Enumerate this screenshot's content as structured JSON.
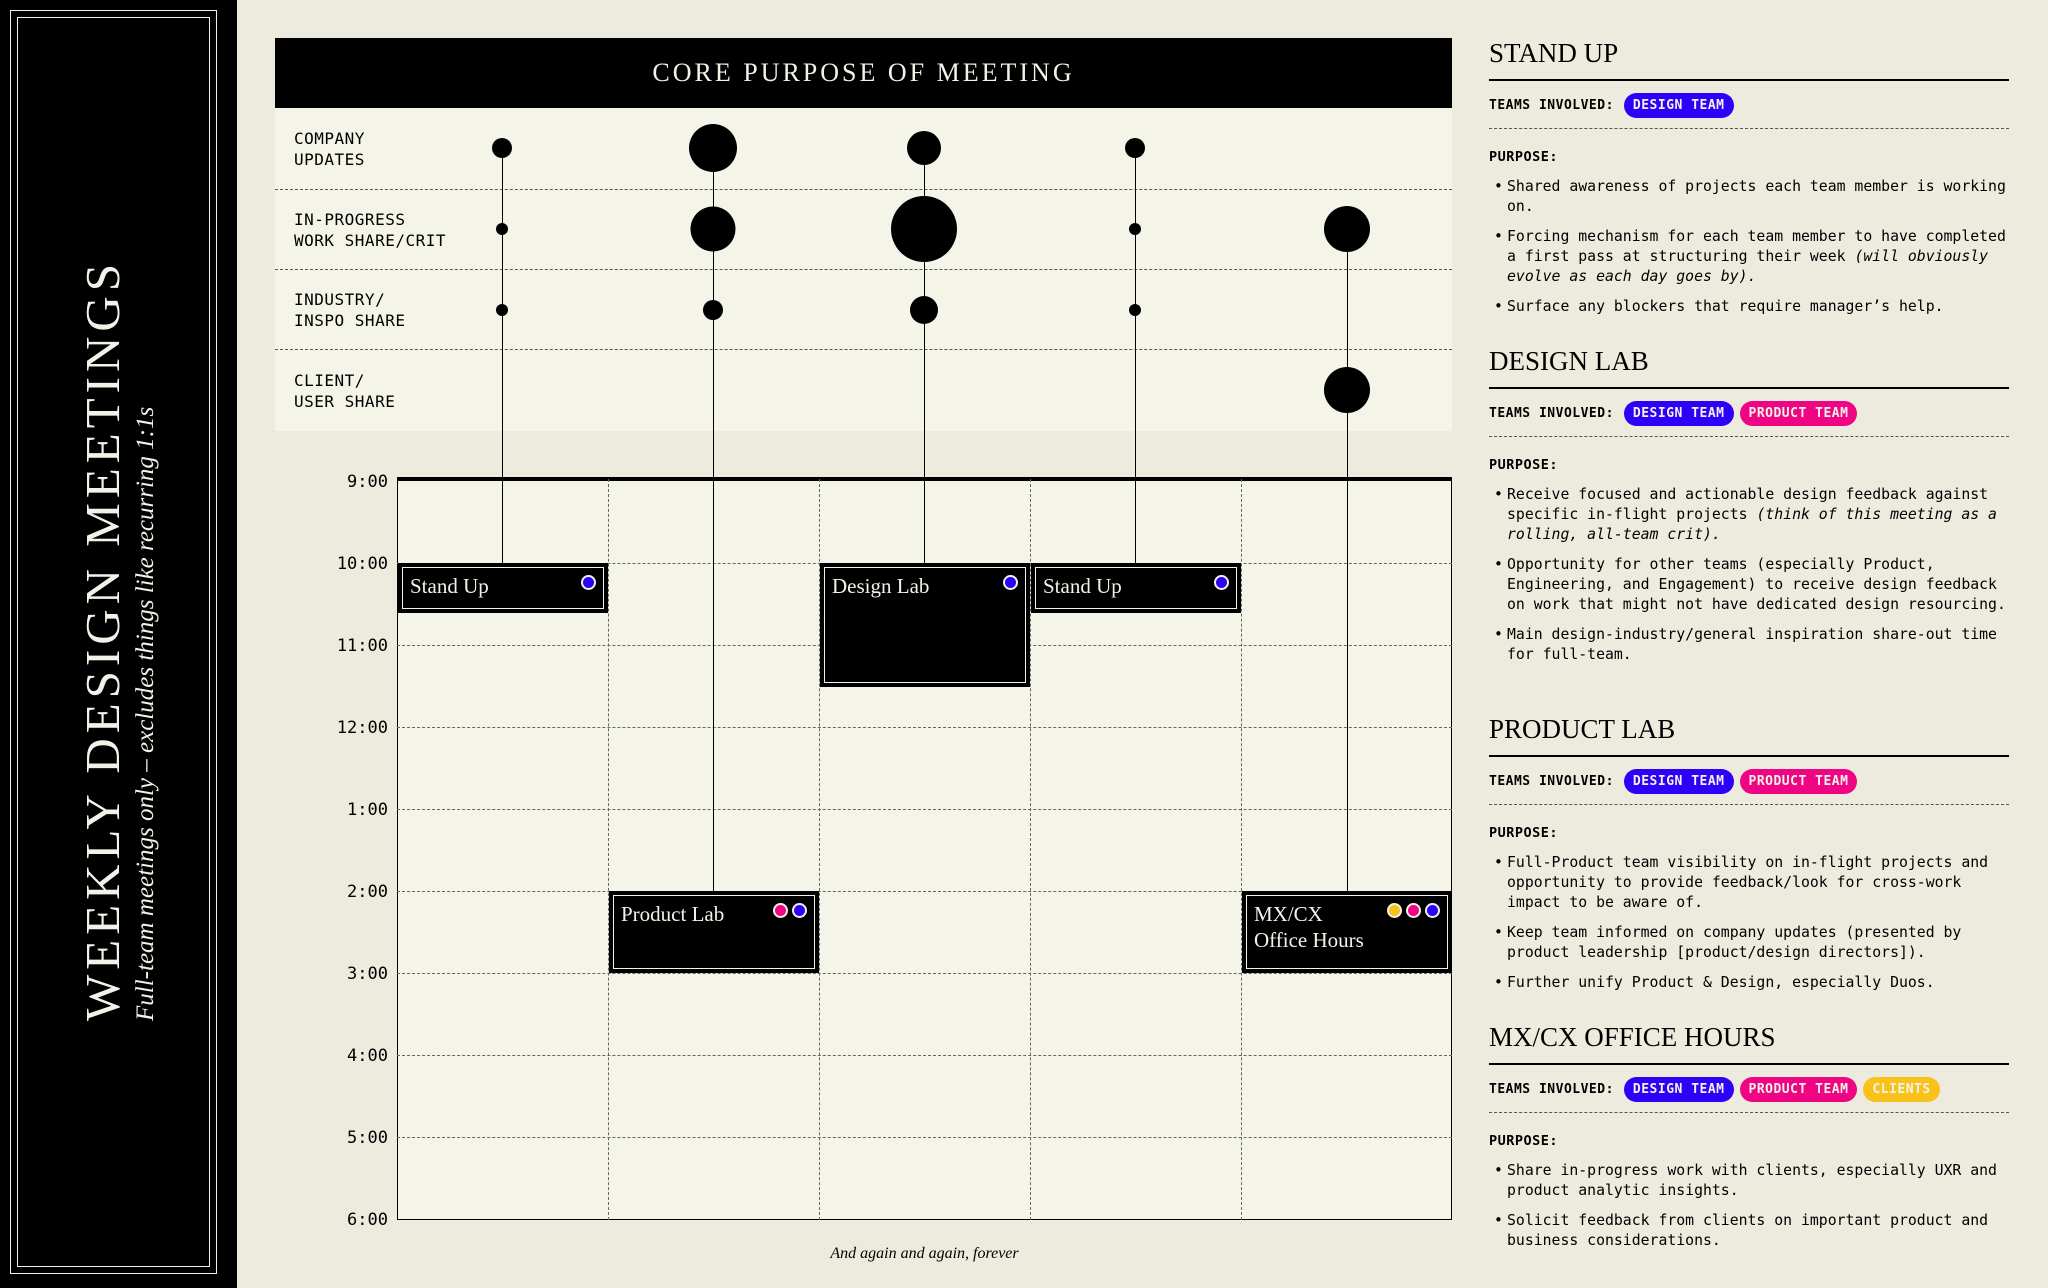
{
  "sidebar": {
    "title": "WEEKLY DESIGN MEETINGS",
    "subtitle": "Full-team meetings only – excludes things like recurring 1:1s"
  },
  "purpose_matrix": {
    "header": "CORE PURPOSE OF MEETING",
    "rows": [
      {
        "line1": "COMPANY",
        "line2": "UPDATES"
      },
      {
        "line1": "IN-PROGRESS",
        "line2": "WORK SHARE/CRIT"
      },
      {
        "line1": "INDUSTRY/",
        "line2": "INSPO SHARE"
      },
      {
        "line1": "CLIENT/",
        "line2": "USER SHARE"
      }
    ]
  },
  "calendar": {
    "times": [
      "9:00",
      "10:00",
      "11:00",
      "12:00",
      "1:00",
      "2:00",
      "3:00",
      "4:00",
      "5:00",
      "6:00"
    ],
    "footer": "And again and again, forever"
  },
  "events": [
    {
      "name": "Stand Up"
    },
    {
      "name": "Product Lab"
    },
    {
      "name": "Design Lab"
    },
    {
      "name": "Stand Up"
    },
    {
      "name_line1": "MX/CX",
      "name_line2": "Office Hours"
    }
  ],
  "team_colors": {
    "design": "#2D00F7",
    "product": "#EF0584",
    "clients": "#F8C21B"
  },
  "details": {
    "teams_label": "TEAMS INVOLVED:",
    "purpose_label": "PURPOSE:",
    "team_names": {
      "design": "DESIGN TEAM",
      "product": "PRODUCT TEAM",
      "clients": "CLIENTS"
    },
    "standup": {
      "title": "STAND UP",
      "b1": "Shared awareness of projects each team member is working on.",
      "b2": "Forcing mechanism for each team member to have completed a first pass at structuring their week ",
      "b2_em": "(will obviously evolve as each day goes by).",
      "b3": "Surface any blockers that require manager’s help."
    },
    "designlab": {
      "title": "DESIGN LAB",
      "b1": "Receive focused and actionable design feedback against specific in-flight projects ",
      "b1_em": "(think of this meeting as a rolling, all-team crit).",
      "b2": "Opportunity for other teams (especially Product, Engineering, and Engagement) to receive design feedback on work that might not have dedicated design resourcing.",
      "b3": "Main design-industry/general inspiration share-out time for full-team."
    },
    "productlab": {
      "title": "PRODUCT LAB",
      "b1": "Full-Product team visibility on in-flight projects and opportunity to provide feedback/look for cross-work impact to be aware of.",
      "b2": "Keep team informed on company updates (presented by product leadership [product/design directors]).",
      "b3": "Further unify Product & Design, especially Duos."
    },
    "mxcx": {
      "title": "MX/CX OFFICE HOURS",
      "b1": "Share in-progress work with clients, especially UXR and product analytic insights.",
      "b2": "Solicit feedback from clients on important product and business considerations."
    }
  }
}
